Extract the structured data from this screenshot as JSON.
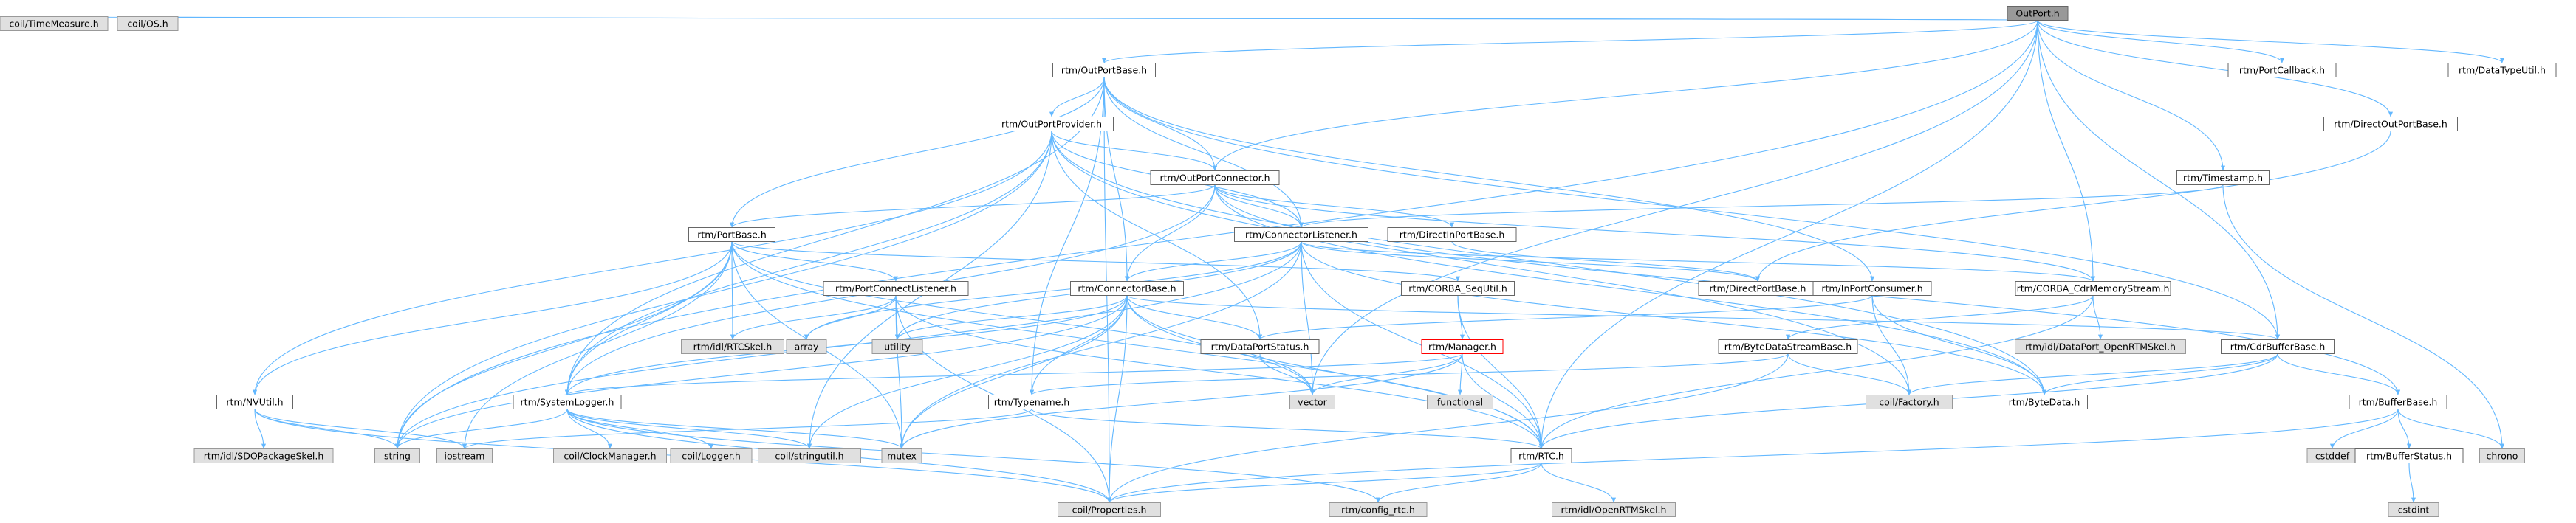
{
  "colors": {
    "edge": "#63b8ff",
    "node_fill": "#ffffff",
    "node_border": "#666666",
    "external_fill": "#e0e0e0",
    "external_border": "#999999",
    "root_fill": "#999999",
    "highlight_border": "#ff0000",
    "text": "#000000"
  },
  "nodes": [
    {
      "id": "outport",
      "label": "OutPort.h",
      "kind": "root"
    },
    {
      "id": "coil_timemeasure",
      "label": "coil/TimeMeasure.h",
      "kind": "external"
    },
    {
      "id": "coil_os",
      "label": "coil/OS.h",
      "kind": "external"
    },
    {
      "id": "outportbase",
      "label": "rtm/OutPortBase.h",
      "kind": "normal"
    },
    {
      "id": "portcallback",
      "label": "rtm/PortCallback.h",
      "kind": "normal"
    },
    {
      "id": "datatypeutil",
      "label": "rtm/DataTypeUtil.h",
      "kind": "normal"
    },
    {
      "id": "outportprovider",
      "label": "rtm/OutPortProvider.h",
      "kind": "normal"
    },
    {
      "id": "directoutportbase",
      "label": "rtm/DirectOutPortBase.h",
      "kind": "normal"
    },
    {
      "id": "outportconnector",
      "label": "rtm/OutPortConnector.h",
      "kind": "normal"
    },
    {
      "id": "timestamp",
      "label": "rtm/Timestamp.h",
      "kind": "normal"
    },
    {
      "id": "portbase",
      "label": "rtm/PortBase.h",
      "kind": "normal"
    },
    {
      "id": "connectorlistener",
      "label": "rtm/ConnectorListener.h",
      "kind": "normal"
    },
    {
      "id": "directinportbase",
      "label": "rtm/DirectInPortBase.h",
      "kind": "normal"
    },
    {
      "id": "portconnectlistener",
      "label": "rtm/PortConnectListener.h",
      "kind": "normal"
    },
    {
      "id": "connectorbase",
      "label": "rtm/ConnectorBase.h",
      "kind": "normal"
    },
    {
      "id": "corba_sequtil",
      "label": "rtm/CORBA_SeqUtil.h",
      "kind": "normal"
    },
    {
      "id": "directportbase",
      "label": "rtm/DirectPortBase.h",
      "kind": "normal"
    },
    {
      "id": "inportconsumer",
      "label": "rtm/InPortConsumer.h",
      "kind": "normal"
    },
    {
      "id": "corba_cdrmemorystream",
      "label": "rtm/CORBA_CdrMemoryStream.h",
      "kind": "normal"
    },
    {
      "id": "rtcskel",
      "label": "rtm/idl/RTCSkel.h",
      "kind": "external"
    },
    {
      "id": "array",
      "label": "array",
      "kind": "external"
    },
    {
      "id": "utility",
      "label": "utility",
      "kind": "external"
    },
    {
      "id": "dataportstatus",
      "label": "rtm/DataPortStatus.h",
      "kind": "normal"
    },
    {
      "id": "manager",
      "label": "rtm/Manager.h",
      "kind": "highlight"
    },
    {
      "id": "dataport_openrtmskel",
      "label": "rtm/idl/DataPort_OpenRTMSkel.h",
      "kind": "external"
    },
    {
      "id": "bytedatastreambase",
      "label": "rtm/ByteDataStreamBase.h",
      "kind": "normal"
    },
    {
      "id": "cdrbufferbase",
      "label": "rtm/CdrBufferBase.h",
      "kind": "normal"
    },
    {
      "id": "nvutil",
      "label": "rtm/NVUtil.h",
      "kind": "normal"
    },
    {
      "id": "systemlogger",
      "label": "rtm/SystemLogger.h",
      "kind": "normal"
    },
    {
      "id": "typename",
      "label": "rtm/Typename.h",
      "kind": "normal"
    },
    {
      "id": "vector",
      "label": "vector",
      "kind": "external"
    },
    {
      "id": "functional",
      "label": "functional",
      "kind": "external"
    },
    {
      "id": "coil_factory",
      "label": "coil/Factory.h",
      "kind": "external"
    },
    {
      "id": "bytedata",
      "label": "rtm/ByteData.h",
      "kind": "normal"
    },
    {
      "id": "bufferbase",
      "label": "rtm/BufferBase.h",
      "kind": "normal"
    },
    {
      "id": "sdopackageskel",
      "label": "rtm/idl/SDOPackageSkel.h",
      "kind": "external"
    },
    {
      "id": "string",
      "label": "string",
      "kind": "external"
    },
    {
      "id": "iostream",
      "label": "iostream",
      "kind": "external"
    },
    {
      "id": "coil_clockmanager",
      "label": "coil/ClockManager.h",
      "kind": "external"
    },
    {
      "id": "coil_logger",
      "label": "coil/Logger.h",
      "kind": "external"
    },
    {
      "id": "coil_stringutil",
      "label": "coil/stringutil.h",
      "kind": "external"
    },
    {
      "id": "mutex",
      "label": "mutex",
      "kind": "external"
    },
    {
      "id": "rtc",
      "label": "rtm/RTC.h",
      "kind": "normal"
    },
    {
      "id": "cstddef",
      "label": "cstddef",
      "kind": "external"
    },
    {
      "id": "bufferstatus",
      "label": "rtm/BufferStatus.h",
      "kind": "normal"
    },
    {
      "id": "chrono",
      "label": "chrono",
      "kind": "external"
    },
    {
      "id": "coil_properties",
      "label": "coil/Properties.h",
      "kind": "external"
    },
    {
      "id": "config_rtc",
      "label": "rtm/config_rtc.h",
      "kind": "external"
    },
    {
      "id": "openrtmskel",
      "label": "rtm/idl/OpenRTMSkel.h",
      "kind": "external"
    },
    {
      "id": "cstdint",
      "label": "cstdint",
      "kind": "external"
    }
  ],
  "edges": [
    [
      "outport",
      "coil_timemeasure"
    ],
    [
      "outport",
      "coil_os"
    ],
    [
      "outport",
      "outportbase"
    ],
    [
      "outport",
      "portcallback"
    ],
    [
      "outport",
      "datatypeutil"
    ],
    [
      "outport",
      "directoutportbase"
    ],
    [
      "outport",
      "outportconnector"
    ],
    [
      "outport",
      "timestamp"
    ],
    [
      "outport",
      "cdrbufferbase"
    ],
    [
      "outport",
      "corba_cdrmemorystream"
    ],
    [
      "outport",
      "vector"
    ],
    [
      "outport",
      "rtc"
    ],
    [
      "outport",
      "string"
    ],
    [
      "outportbase",
      "outportprovider"
    ],
    [
      "outportbase",
      "outportconnector"
    ],
    [
      "outportbase",
      "portbase"
    ],
    [
      "outportbase",
      "connectorlistener"
    ],
    [
      "outportbase",
      "connectorbase"
    ],
    [
      "outportbase",
      "inportconsumer"
    ],
    [
      "outportbase",
      "cdrbufferbase"
    ],
    [
      "outportbase",
      "systemlogger"
    ],
    [
      "outportbase",
      "typename"
    ],
    [
      "outportbase",
      "coil_properties"
    ],
    [
      "outportprovider",
      "outportconnector"
    ],
    [
      "outportprovider",
      "nvutil"
    ],
    [
      "outportprovider",
      "systemlogger"
    ],
    [
      "outportprovider",
      "dataportstatus"
    ],
    [
      "outportprovider",
      "coil_factory"
    ],
    [
      "outportprovider",
      "bytedata"
    ],
    [
      "outportprovider",
      "connectorlistener"
    ],
    [
      "outportprovider",
      "coil_stringutil"
    ],
    [
      "outportprovider",
      "string"
    ],
    [
      "directoutportbase",
      "directportbase"
    ],
    [
      "outportconnector",
      "portbase"
    ],
    [
      "outportconnector",
      "connectorlistener"
    ],
    [
      "outportconnector",
      "directinportbase"
    ],
    [
      "outportconnector",
      "connectorbase"
    ],
    [
      "outportconnector",
      "corba_cdrmemorystream"
    ],
    [
      "outportconnector",
      "bytedata"
    ],
    [
      "outportconnector",
      "systemlogger"
    ],
    [
      "outportconnector",
      "bufferbase"
    ],
    [
      "timestamp",
      "connectorlistener"
    ],
    [
      "timestamp",
      "chrono"
    ],
    [
      "portbase",
      "portconnectlistener"
    ],
    [
      "portbase",
      "corba_sequtil"
    ],
    [
      "portbase",
      "nvutil"
    ],
    [
      "portbase",
      "rtcskel"
    ],
    [
      "portbase",
      "systemlogger"
    ],
    [
      "portbase",
      "string"
    ],
    [
      "portbase",
      "iostream"
    ],
    [
      "portbase",
      "mutex"
    ],
    [
      "portbase",
      "vector"
    ],
    [
      "portbase",
      "rtc"
    ],
    [
      "connectorlistener",
      "connectorbase"
    ],
    [
      "connectorlistener",
      "corba_cdrmemorystream"
    ],
    [
      "connectorlistener",
      "directportbase"
    ],
    [
      "connectorlistener",
      "array"
    ],
    [
      "connectorlistener",
      "utility"
    ],
    [
      "connectorlistener",
      "vector"
    ],
    [
      "connectorlistener",
      "mutex"
    ],
    [
      "connectorlistener",
      "string"
    ],
    [
      "connectorlistener",
      "rtc"
    ],
    [
      "connectorlistener",
      "bytedata"
    ],
    [
      "directinportbase",
      "directportbase"
    ],
    [
      "portconnectlistener",
      "rtcskel"
    ],
    [
      "portconnectlistener",
      "array"
    ],
    [
      "portconnectlistener",
      "utility"
    ],
    [
      "portconnectlistener",
      "mutex"
    ],
    [
      "portconnectlistener",
      "rtc"
    ],
    [
      "portconnectlistener",
      "coil_properties"
    ],
    [
      "connectorbase",
      "dataportstatus"
    ],
    [
      "connectorbase",
      "cdrbufferbase"
    ],
    [
      "connectorbase",
      "systemlogger"
    ],
    [
      "connectorbase",
      "utility"
    ],
    [
      "connectorbase",
      "vector"
    ],
    [
      "connectorbase",
      "string"
    ],
    [
      "connectorbase",
      "rtc"
    ],
    [
      "connectorbase",
      "coil_properties"
    ],
    [
      "connectorbase",
      "typename"
    ],
    [
      "connectorbase",
      "mutex"
    ],
    [
      "connectorbase",
      "coil_stringutil"
    ],
    [
      "corba_sequtil",
      "manager"
    ],
    [
      "corba_sequtil",
      "rtc"
    ],
    [
      "inportconsumer",
      "dataportstatus"
    ],
    [
      "inportconsumer",
      "coil_factory"
    ],
    [
      "inportconsumer",
      "bytedata"
    ],
    [
      "corba_cdrmemorystream",
      "dataport_openrtmskel"
    ],
    [
      "corba_cdrmemorystream",
      "bytedatastreambase"
    ],
    [
      "corba_cdrmemorystream",
      "rtc"
    ],
    [
      "dataportstatus",
      "vector"
    ],
    [
      "manager",
      "systemlogger"
    ],
    [
      "manager",
      "vector"
    ],
    [
      "manager",
      "functional"
    ],
    [
      "manager",
      "mutex"
    ],
    [
      "manager",
      "rtc"
    ],
    [
      "bytedatastreambase",
      "coil_factory"
    ],
    [
      "bytedatastreambase",
      "typename"
    ],
    [
      "bytedatastreambase",
      "coil_properties"
    ],
    [
      "cdrbufferbase",
      "bufferbase"
    ],
    [
      "cdrbufferbase",
      "coil_factory"
    ],
    [
      "cdrbufferbase",
      "bytedata"
    ],
    [
      "cdrbufferbase",
      "rtc"
    ],
    [
      "nvutil",
      "sdopackageskel"
    ],
    [
      "nvutil",
      "string"
    ],
    [
      "nvutil",
      "iostream"
    ],
    [
      "nvutil",
      "coil_properties"
    ],
    [
      "systemlogger",
      "coil_clockmanager"
    ],
    [
      "systemlogger",
      "coil_logger"
    ],
    [
      "systemlogger",
      "coil_stringutil"
    ],
    [
      "systemlogger",
      "mutex"
    ],
    [
      "systemlogger",
      "string"
    ],
    [
      "systemlogger",
      "coil_properties"
    ],
    [
      "systemlogger",
      "config_rtc"
    ],
    [
      "typename",
      "iostream"
    ],
    [
      "typename",
      "rtc"
    ],
    [
      "bufferbase",
      "cstddef"
    ],
    [
      "bufferbase",
      "bufferstatus"
    ],
    [
      "bufferbase",
      "chrono"
    ],
    [
      "bufferbase",
      "coil_properties"
    ],
    [
      "bufferstatus",
      "cstdint"
    ],
    [
      "rtc",
      "coil_properties"
    ],
    [
      "rtc",
      "config_rtc"
    ],
    [
      "rtc",
      "openrtmskel"
    ]
  ]
}
